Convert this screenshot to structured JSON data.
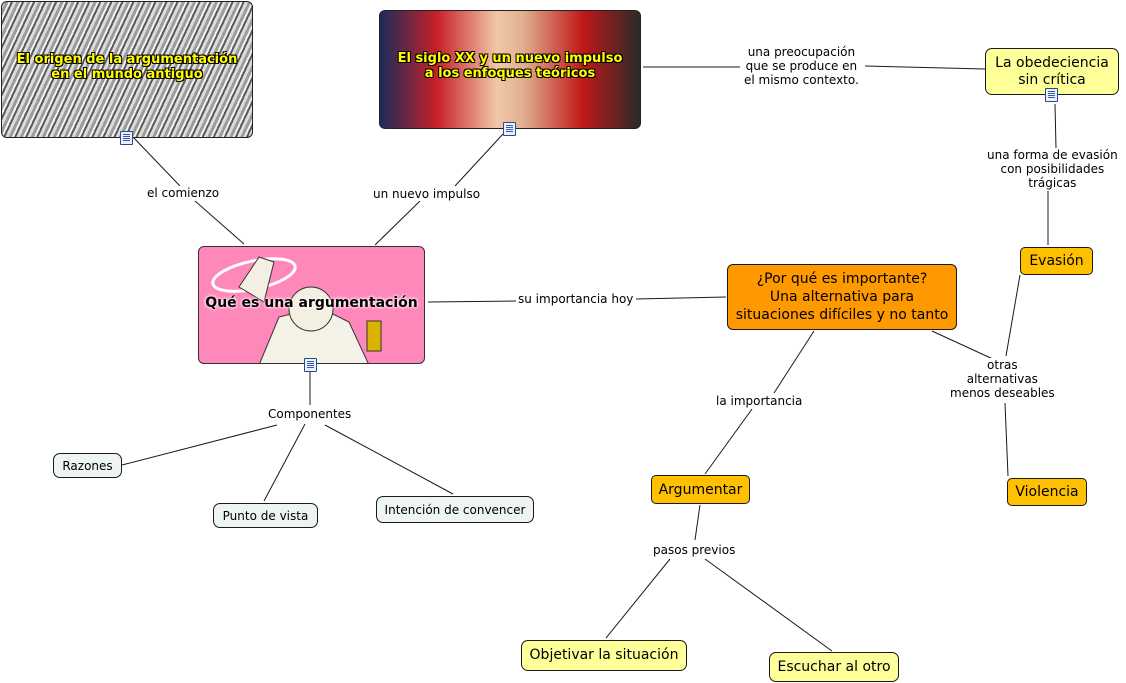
{
  "map": {
    "nodes": {
      "origen": {
        "text": "El origen de la argumentación\nen el mundo antiguo"
      },
      "siglo": {
        "text": "El siglo XX y un nuevo impulso\na los enfoques teóricos"
      },
      "obediencia": {
        "text": "La obedeciencia\nsin crítica"
      },
      "que_es": {
        "text": "Qué es una argumentación"
      },
      "por_que": {
        "text": "¿Por qué es importante?\nUna alternativa para\nsituaciones difíciles y no tanto"
      },
      "evasion": {
        "text": "Evasión"
      },
      "violencia": {
        "text": "Violencia"
      },
      "argumentar": {
        "text": "Argumentar"
      },
      "razones": {
        "text": "Razones"
      },
      "punto_vista": {
        "text": "Punto de vista"
      },
      "intencion": {
        "text": "Intención de convencer"
      },
      "objetivar": {
        "text": "Objetivar la situación"
      },
      "escuchar": {
        "text": "Escuchar al otro"
      }
    },
    "links": {
      "el_comienzo": "el comienzo",
      "nuevo_impulso": "un nuevo impulso",
      "preocupacion": "una preocupación\nque se produce en\nel mismo contexto.",
      "forma_evasion": "una forma de evasión\ncon posibilidades\ntrágicas",
      "importancia_hoy": "su importancia hoy",
      "la_importancia": "la importancia",
      "otras_alternativas": "otras\nalternativas\nmenos deseables",
      "componentes": "Componentes",
      "pasos_previos": "pasos previos"
    },
    "colors": {
      "yellow": "#ffff99",
      "amber": "#ffc000",
      "orange": "#ff9900",
      "light": "#eef4f4",
      "pink": "#ff88bb",
      "line": "#1a1a1a"
    },
    "icons": [
      "doc-icon"
    ]
  }
}
